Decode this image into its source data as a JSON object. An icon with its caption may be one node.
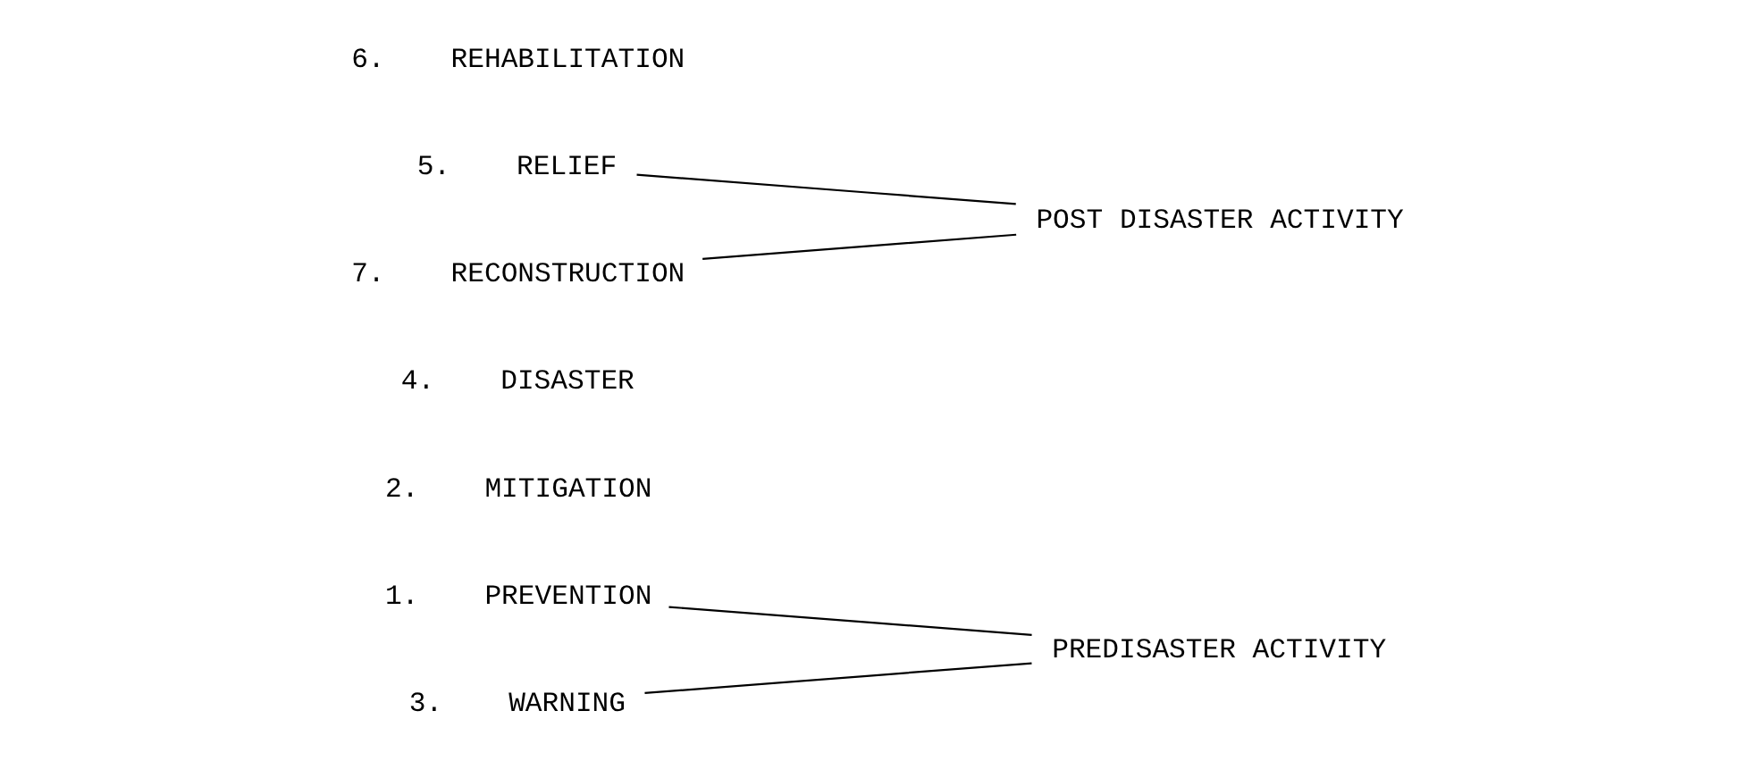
{
  "diagram": {
    "nodes": [
      {
        "text": [
          "PREVENTION"
        ],
        "beside": [
          "1."
        ]
      },
      {
        "text": [
          "MITIGATION"
        ],
        "beside": [
          "2."
        ]
      },
      {
        "text": [
          "WARNING"
        ],
        "beside": [
          "3."
        ]
      },
      {
        "text": [
          "DISASTER"
        ],
        "beside": [
          "4."
        ]
      },
      {
        "text": [
          "RELIEF"
        ],
        "beside": [
          "5."
        ]
      },
      {
        "text": [
          "REHABILITATION"
        ],
        "beside": [
          "6."
        ]
      },
      {
        "text": [
          "RECONSTRUCTION"
        ],
        "beside": [
          "7."
        ]
      },
      {
        "text": [
          "PREDISASTER ACTIVITY"
        ]
      },
      {
        "text": [
          "POST DISASTER ACTIVITY"
        ]
      }
    ],
    "edges": [
      {
        "from": 0,
        "to": 7,
        "arrow": "none"
      },
      {
        "from": 2,
        "to": 7,
        "arrow": "none"
      },
      {
        "from": 4,
        "to": 8,
        "arrow": "none"
      },
      {
        "from": 6,
        "to": 8,
        "arrow": "none"
      }
    ]
  }
}
